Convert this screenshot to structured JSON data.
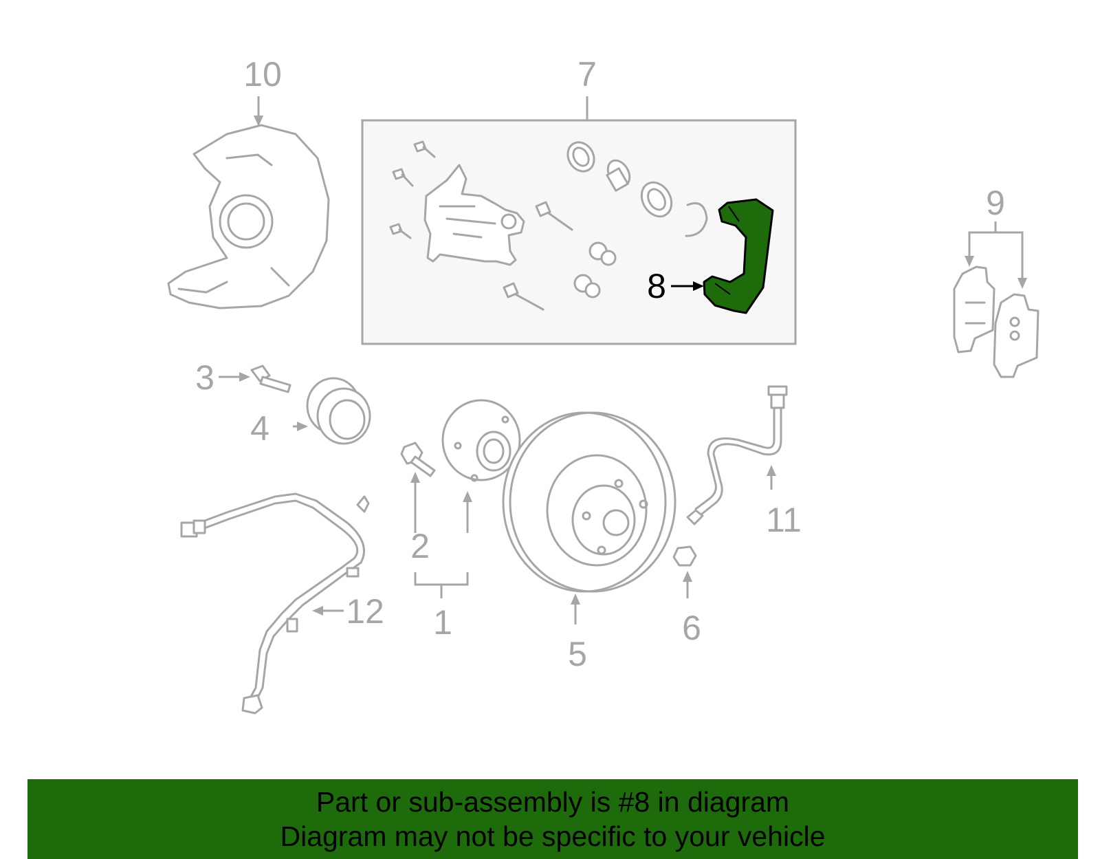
{
  "callouts": {
    "c1": "1",
    "c2": "2",
    "c3": "3",
    "c4": "4",
    "c5": "5",
    "c6": "6",
    "c7": "7",
    "c8": "8",
    "c9": "9",
    "c10": "10",
    "c11": "11",
    "c12": "12"
  },
  "highlight": {
    "part_number": "8",
    "color": "#1e6b0c"
  },
  "banner": {
    "line1": "Part or sub-assembly is #8 in diagram",
    "line2": "Diagram may not be specific to your vehicle",
    "background": "#1e6b0c"
  },
  "colors": {
    "line": "#a6a6a6",
    "highlight_label": "#000000"
  }
}
